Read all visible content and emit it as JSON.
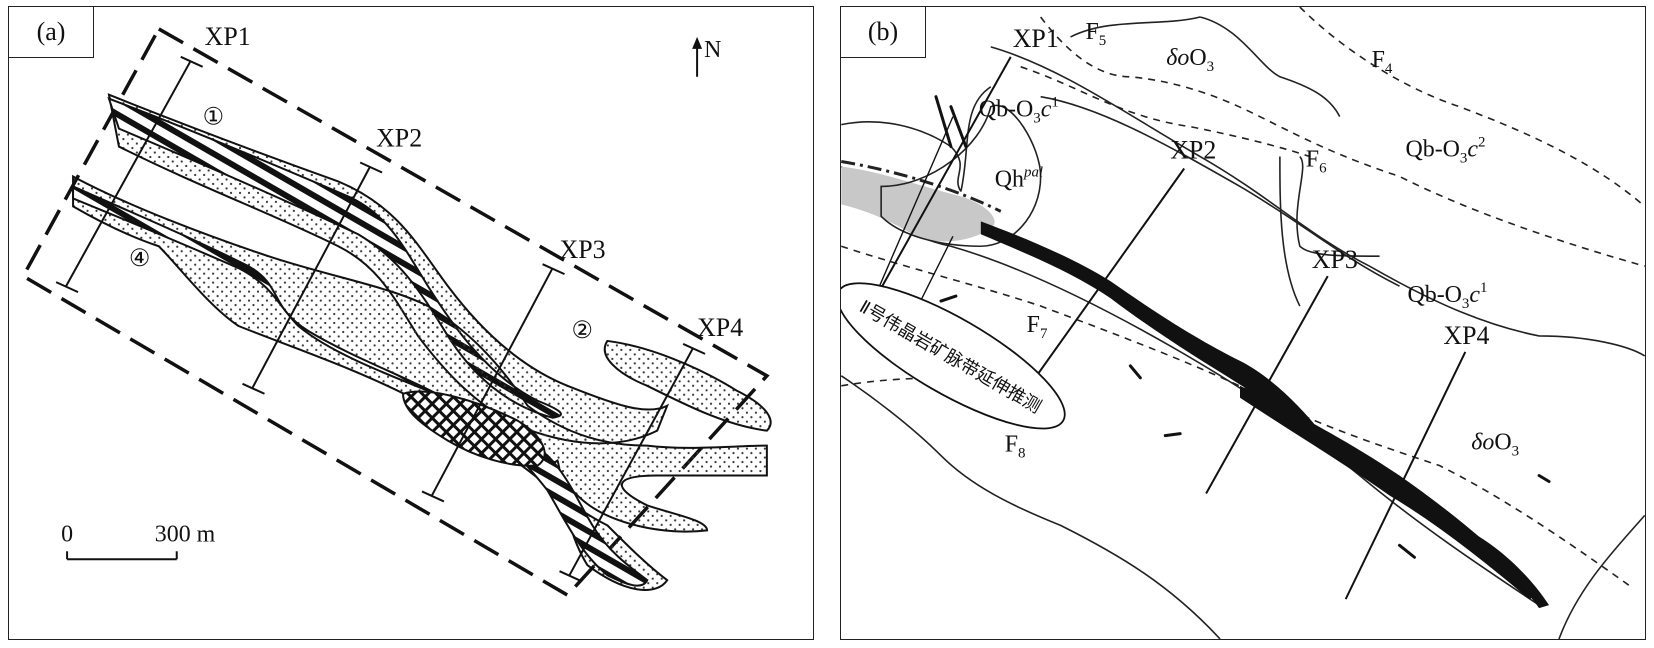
{
  "panel_a": {
    "tag": "(a)",
    "north": "N",
    "profiles": [
      "XP1",
      "XP2",
      "XP3",
      "XP4"
    ],
    "zones": [
      "①",
      "②",
      "④"
    ],
    "scale": {
      "zero": "0",
      "value": "300 m"
    }
  },
  "panel_b": {
    "tag": "(b)",
    "profiles": [
      "XP1",
      "XP2",
      "XP3",
      "XP4"
    ],
    "faults": [
      {
        "base": "F",
        "sub": "5"
      },
      {
        "base": "F",
        "sub": "4"
      },
      {
        "base": "F",
        "sub": "6"
      },
      {
        "base": "F",
        "sub": "7"
      },
      {
        "base": "F",
        "sub": "8"
      }
    ],
    "units": {
      "diorite_top": {
        "a": "δο",
        "b": "O",
        "sub": "3"
      },
      "diorite_right": {
        "a": "δο",
        "b": "O",
        "sub": "3"
      },
      "qb_c1_top": {
        "a": "Qb-O",
        "sub": "3",
        "c": "c",
        "sup": "1"
      },
      "qb_c2": {
        "a": "Qb-O",
        "sub": "3",
        "c": "c",
        "sup": "2"
      },
      "qb_c1_right": {
        "a": "Qb-O",
        "sub": "3",
        "c": "c",
        "sup": "1"
      },
      "qh": {
        "a": "Qh",
        "sup": "pal"
      }
    },
    "annotation": "Ⅱ号伟晶岩矿脉带延伸推测"
  }
}
